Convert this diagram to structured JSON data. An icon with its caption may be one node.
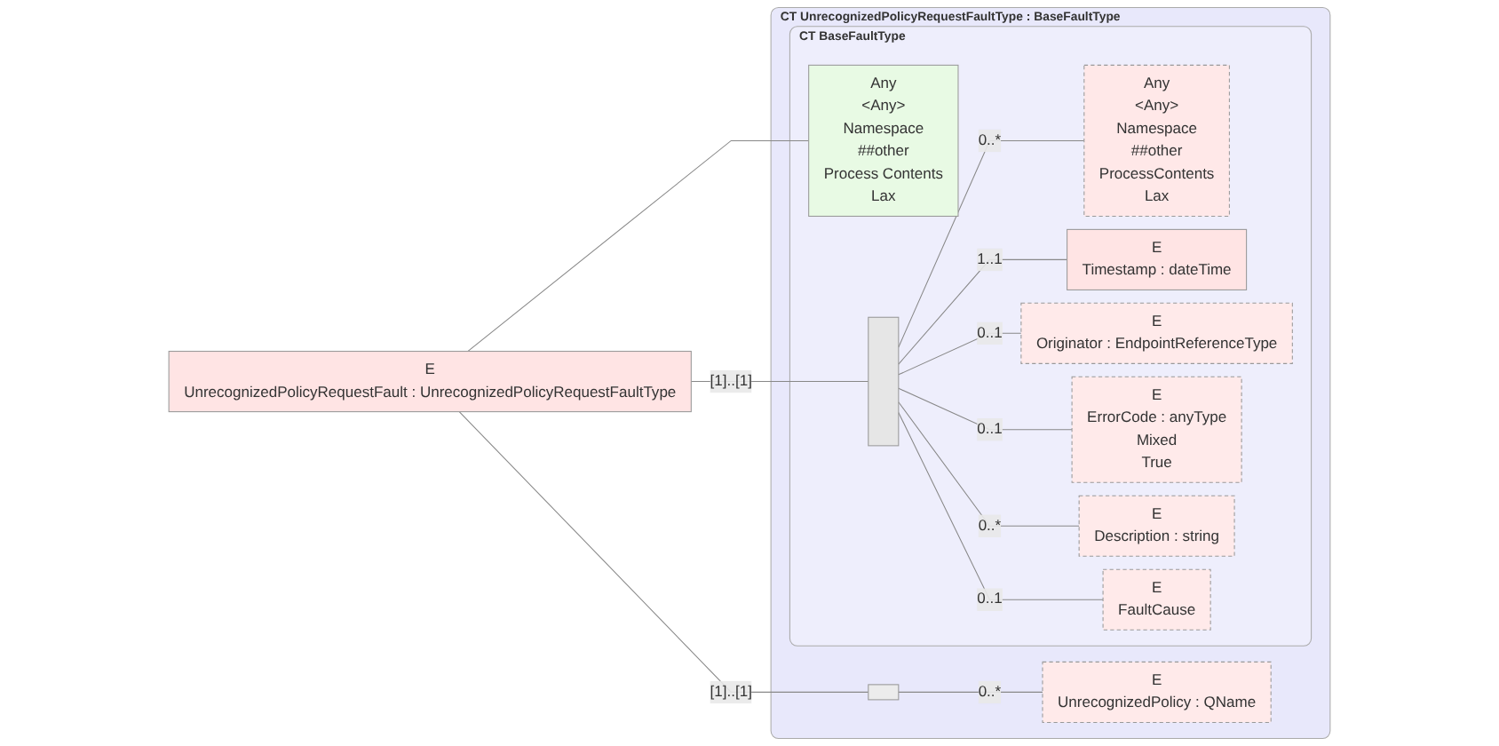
{
  "diagram": {
    "nodes": [
      {
        "text": [
          "E",
          "UnrecognizedPolicyRequestFault : UnrecognizedPolicyRequestFaultType"
        ]
      },
      {
        "text": [
          "CT",
          "UnrecognizedPolicyRequestFaultType : BaseFaultType"
        ]
      },
      {
        "text": [
          "CT",
          "BaseFaultType"
        ],
        "in": 1
      },
      {
        "text": [
          "Any",
          "<Any>",
          "Namespace",
          "##other",
          "Process Contents",
          "Lax"
        ],
        "in": 2
      },
      {
        "text": [],
        "shape": "bar",
        "in": 2
      },
      {
        "text": [
          "Any",
          "<Any>",
          "Namespace",
          "##other",
          "ProcessContents",
          "Lax"
        ],
        "in": 2
      },
      {
        "text": [
          "E",
          "Timestamp : dateTime"
        ],
        "in": 2
      },
      {
        "text": [
          "E",
          "Originator : EndpointReferenceType"
        ],
        "in": 2
      },
      {
        "text": [
          "E",
          "ErrorCode : anyType",
          "Mixed",
          "True"
        ],
        "in": 2
      },
      {
        "text": [
          "E",
          "Description : string"
        ],
        "in": 2
      },
      {
        "text": [
          "E",
          "FaultCause"
        ],
        "in": 2
      },
      {
        "text": [],
        "shape": "box",
        "in": 1
      },
      {
        "text": [
          "E",
          "UnrecognizedPolicy : QName"
        ],
        "in": 1
      }
    ],
    "edges": [
      {
        "from": 0,
        "to": 3,
        "arrow": "none"
      },
      {
        "from": 0,
        "to": 4,
        "arrow": "none",
        "label": "[1]..[1]"
      },
      {
        "from": 0,
        "to": 11,
        "arrow": "none",
        "label": "[1]..[1]"
      },
      {
        "from": 4,
        "to": 5,
        "arrow": "none",
        "label": "0..*"
      },
      {
        "from": 4,
        "to": 6,
        "arrow": "none",
        "label": "1..1"
      },
      {
        "from": 4,
        "to": 7,
        "arrow": "none",
        "label": "0..1"
      },
      {
        "from": 4,
        "to": 8,
        "arrow": "none",
        "label": "0..1"
      },
      {
        "from": 4,
        "to": 9,
        "arrow": "none",
        "label": "0..*"
      },
      {
        "from": 4,
        "to": 10,
        "arrow": "none",
        "label": "0..1"
      },
      {
        "from": 11,
        "to": 12,
        "arrow": "none",
        "label": "0..*"
      }
    ]
  }
}
